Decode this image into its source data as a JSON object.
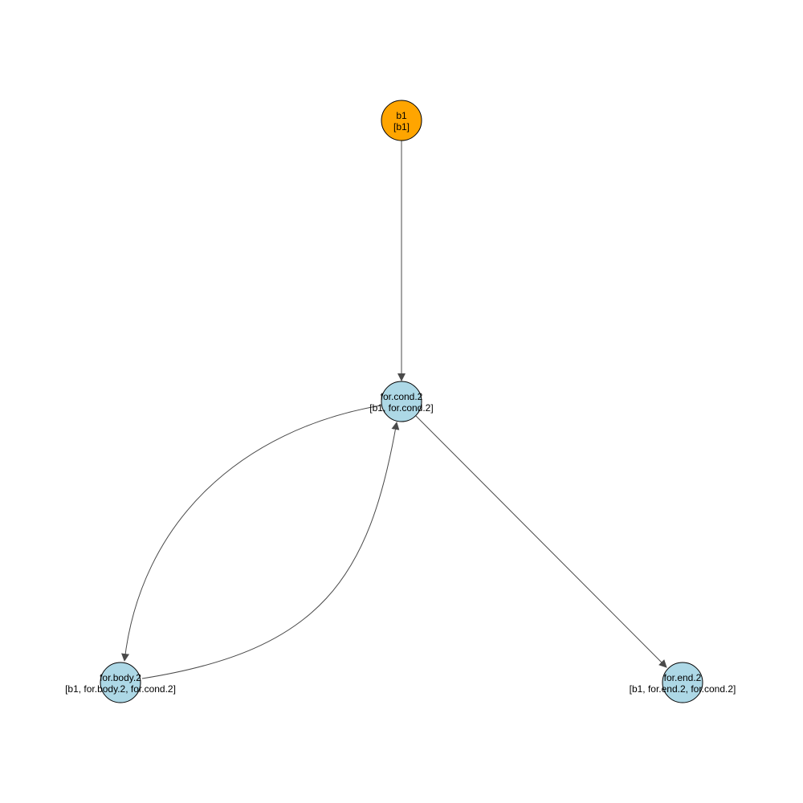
{
  "graph": {
    "nodes": [
      {
        "id": "b1",
        "name": "b1",
        "label": "[b1]",
        "color": "#FFA500"
      },
      {
        "id": "for.cond.2",
        "name": "for.cond.2",
        "label": "[b1, for.cond.2]",
        "color": "#ADD8E6"
      },
      {
        "id": "for.body.2",
        "name": "for.body.2",
        "label": "[b1, for.body.2, for.cond.2]",
        "color": "#ADD8E6"
      },
      {
        "id": "for.end.2",
        "name": "for.end.2",
        "label": "[b1, for.end.2, for.cond.2]",
        "color": "#ADD8E6"
      }
    ],
    "edges": [
      {
        "from": "b1",
        "to": "for.cond.2"
      },
      {
        "from": "for.cond.2",
        "to": "for.body.2"
      },
      {
        "from": "for.body.2",
        "to": "for.cond.2"
      },
      {
        "from": "for.cond.2",
        "to": "for.end.2"
      }
    ],
    "edge_color": "#4a4a4a"
  }
}
